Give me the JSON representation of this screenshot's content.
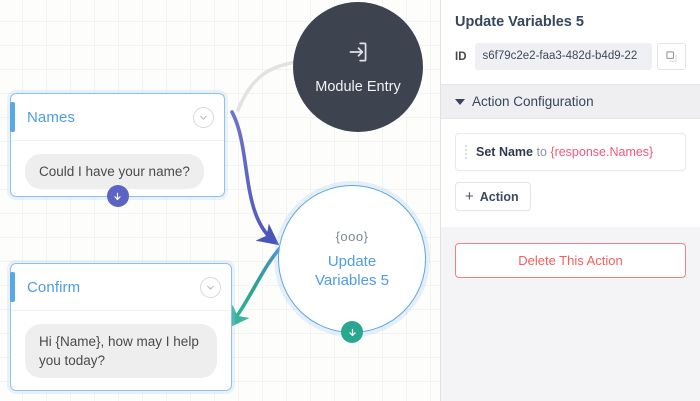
{
  "canvas": {
    "nodes": [
      {
        "id": "names",
        "type": "message",
        "title": "Names",
        "message": "Could I have your name?",
        "chevron_icon": "chevron-down-icon",
        "badge_icon": "arrow-down-icon",
        "badge_color": "#5b64c4"
      },
      {
        "id": "confirm",
        "type": "message",
        "title": "Confirm",
        "message": "Hi {Name}, how may I help you today?",
        "chevron_icon": "chevron-down-icon"
      },
      {
        "id": "module-entry",
        "type": "circle",
        "label": "Module Entry",
        "icon": "module-entry-arrow-icon",
        "color": "#3d4450"
      },
      {
        "id": "update-variables",
        "type": "circle",
        "label_line1": "Update",
        "label_line2": "Variables 5",
        "glyph": "{ooo}",
        "badge_icon": "arrow-down-icon",
        "badge_color": "#29a88f",
        "color": "#4e9ce4"
      }
    ],
    "edges": [
      {
        "from": "module-entry",
        "to": "names",
        "color": "#e0e0e0"
      },
      {
        "from": "names",
        "to": "update-variables",
        "color": "#5b64c4"
      },
      {
        "from": "update-variables",
        "to": "confirm",
        "color": "#29a88f"
      }
    ]
  },
  "panel": {
    "title": "Update Variables 5",
    "id_label": "ID",
    "id_value": "s6f79c2e2-faa3-482d-b4d9-22",
    "copy_icon": "copy-icon",
    "section": {
      "caret_icon": "caret-down-icon",
      "title": "Action Configuration",
      "action": {
        "grip_icon": "drag-handle-icon",
        "set": "Set",
        "variable": "Name",
        "to": "to",
        "value": "{response.Names}"
      },
      "add_action_label": "Action",
      "add_icon": "plus-icon"
    },
    "delete_label": "Delete This Action",
    "colors": {
      "accent_blue": "#4e9ce4",
      "edge_purple": "#5b64c4",
      "edge_teal": "#29a88f",
      "danger": "#f2605f",
      "value_pink": "#f4577a"
    }
  }
}
